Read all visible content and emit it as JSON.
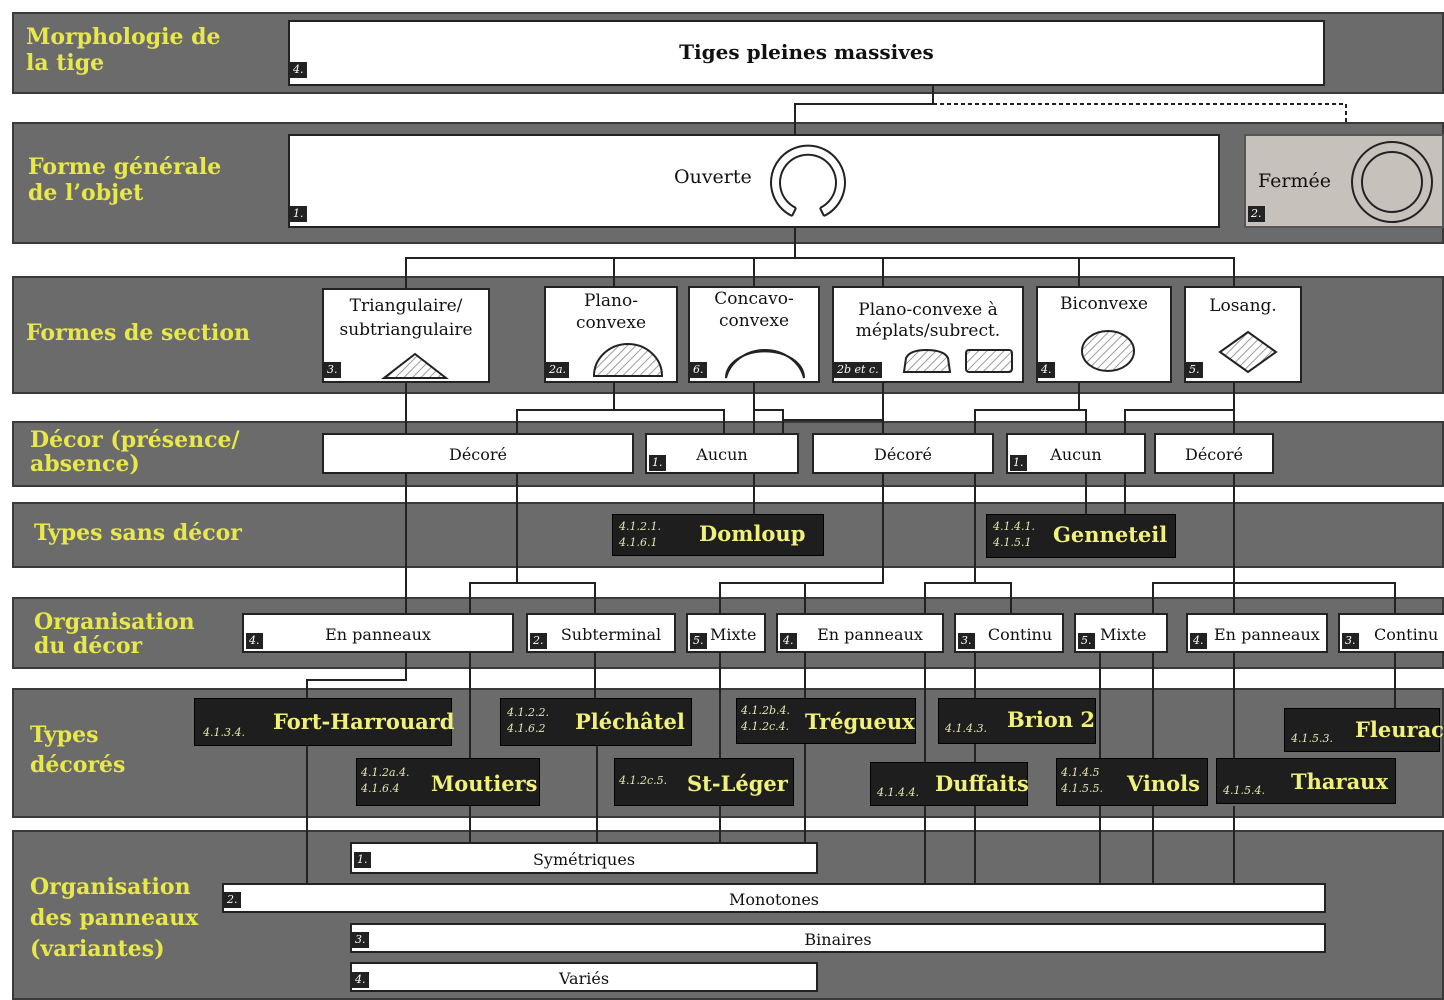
{
  "rows": {
    "morphologie": "Morphologie de\nla tige",
    "forme_generale": "Forme générale\nde l’objet",
    "formes_section": "Formes de section",
    "decor": "Décor (présence/\nabsence)",
    "types_sans_decor": "Types sans décor",
    "organisation_decor": "Organisation\ndu décor",
    "types_decores": "Types\ndécorés",
    "organisation_panneaux": "Organisation\ndes panneaux\n(variantes)"
  },
  "morphologie": {
    "label": "Tiges pleines massives",
    "code": "4."
  },
  "forme_generale": {
    "ouverte": {
      "label": "Ouverte",
      "code": "1."
    },
    "fermee": {
      "label": "Fermée",
      "code": "2."
    }
  },
  "sections": [
    {
      "label": "Triangulaire/\nsubtriangulaire",
      "code": "3."
    },
    {
      "label": "Plano-\nconvexe",
      "code": "2a."
    },
    {
      "label": "Concavo-\nconvexe",
      "code": "6."
    },
    {
      "label": "Plano-convexe à\nméplats/subrect.",
      "code": "2b et c."
    },
    {
      "label": "Biconvexe",
      "code": "4."
    },
    {
      "label": "Losang.",
      "code": "5."
    }
  ],
  "decor": [
    {
      "label": "Décoré",
      "code": ""
    },
    {
      "label": "Aucun",
      "code": "1."
    },
    {
      "label": "Décoré",
      "code": ""
    },
    {
      "label": "Aucun",
      "code": "1."
    },
    {
      "label": "Décoré",
      "code": ""
    }
  ],
  "types_sans_decor": [
    {
      "name": "Domloup",
      "code": "4.1.2.1.\n4.1.6.1"
    },
    {
      "name": "Genneteil",
      "code": "4.1.4.1.\n4.1.5.1"
    }
  ],
  "organisation": [
    {
      "label": "En panneaux",
      "code": "4."
    },
    {
      "label": "Subterminal",
      "code": "2."
    },
    {
      "label": "Mixte",
      "code": "5."
    },
    {
      "label": "En panneaux",
      "code": "4."
    },
    {
      "label": "Continu",
      "code": "3."
    },
    {
      "label": "Mixte",
      "code": "5."
    },
    {
      "label": "En panneaux",
      "code": "4."
    },
    {
      "label": "Continu",
      "code": "3."
    }
  ],
  "types_decores": [
    {
      "name": "Fort-Harrouard",
      "code": "4.1.3.4."
    },
    {
      "name": "Pléchâtel",
      "code": "4.1.2.2.\n4.1.6.2"
    },
    {
      "name": "Trégueux",
      "code": "4.1.2b.4.\n4.1.2c.4."
    },
    {
      "name": "Brion 2",
      "code": "4.1.4.3."
    },
    {
      "name": "Fleurac",
      "code": "4.1.5.3."
    },
    {
      "name": "Moutiers",
      "code": "4.1.2a.4.\n4.1.6.4"
    },
    {
      "name": "St-Léger",
      "code": "4.1.2c.5."
    },
    {
      "name": "Duffaits",
      "code": "4.1.4.4."
    },
    {
      "name": "Vinols",
      "code": "4.1.4.5\n4.1.5.5."
    },
    {
      "name": "Tharaux",
      "code": "4.1.5.4."
    }
  ],
  "panneaux": [
    {
      "label": "Symétriques",
      "code": "1."
    },
    {
      "label": "Monotones",
      "code": "2."
    },
    {
      "label": "Binaires",
      "code": "3."
    },
    {
      "label": "Variés",
      "code": "4."
    }
  ],
  "colors": {
    "band": "#6b6b6b",
    "label_yellow": "#e8e84a",
    "type_bg": "#1e1e1e"
  }
}
